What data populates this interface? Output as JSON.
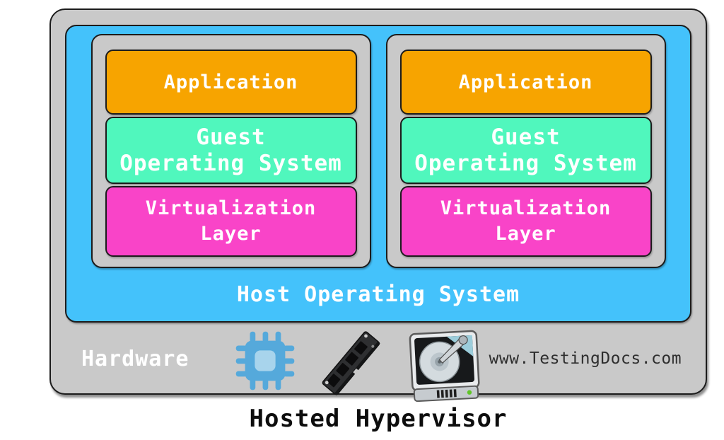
{
  "title": "Hosted Hypervisor",
  "watermark": "www.TestingDocs.com",
  "layers": {
    "hardware_label": "Hardware",
    "host_os_label": "Host Operating System"
  },
  "vms": [
    {
      "application_label": "Application",
      "guest_os_label": "Guest\nOperating System",
      "virtualization_label": "Virtualization\nLayer"
    },
    {
      "application_label": "Application",
      "guest_os_label": "Guest\nOperating System",
      "virtualization_label": "Virtualization\nLayer"
    }
  ],
  "icons": {
    "cpu": "cpu-chip-icon",
    "ram": "ram-module-icon",
    "hdd": "hard-disk-icon"
  },
  "colors": {
    "hardware-gray": "#c9c9c9",
    "host-blue": "#44c2fb",
    "app-orange": "#f7a400",
    "guest-mint": "#50f7bd",
    "virt-pink": "#f944c8",
    "border-dark": "#1c1c1c",
    "cpu-blue": "#55a9db",
    "cpu-blue-light": "#a8d4ec"
  }
}
